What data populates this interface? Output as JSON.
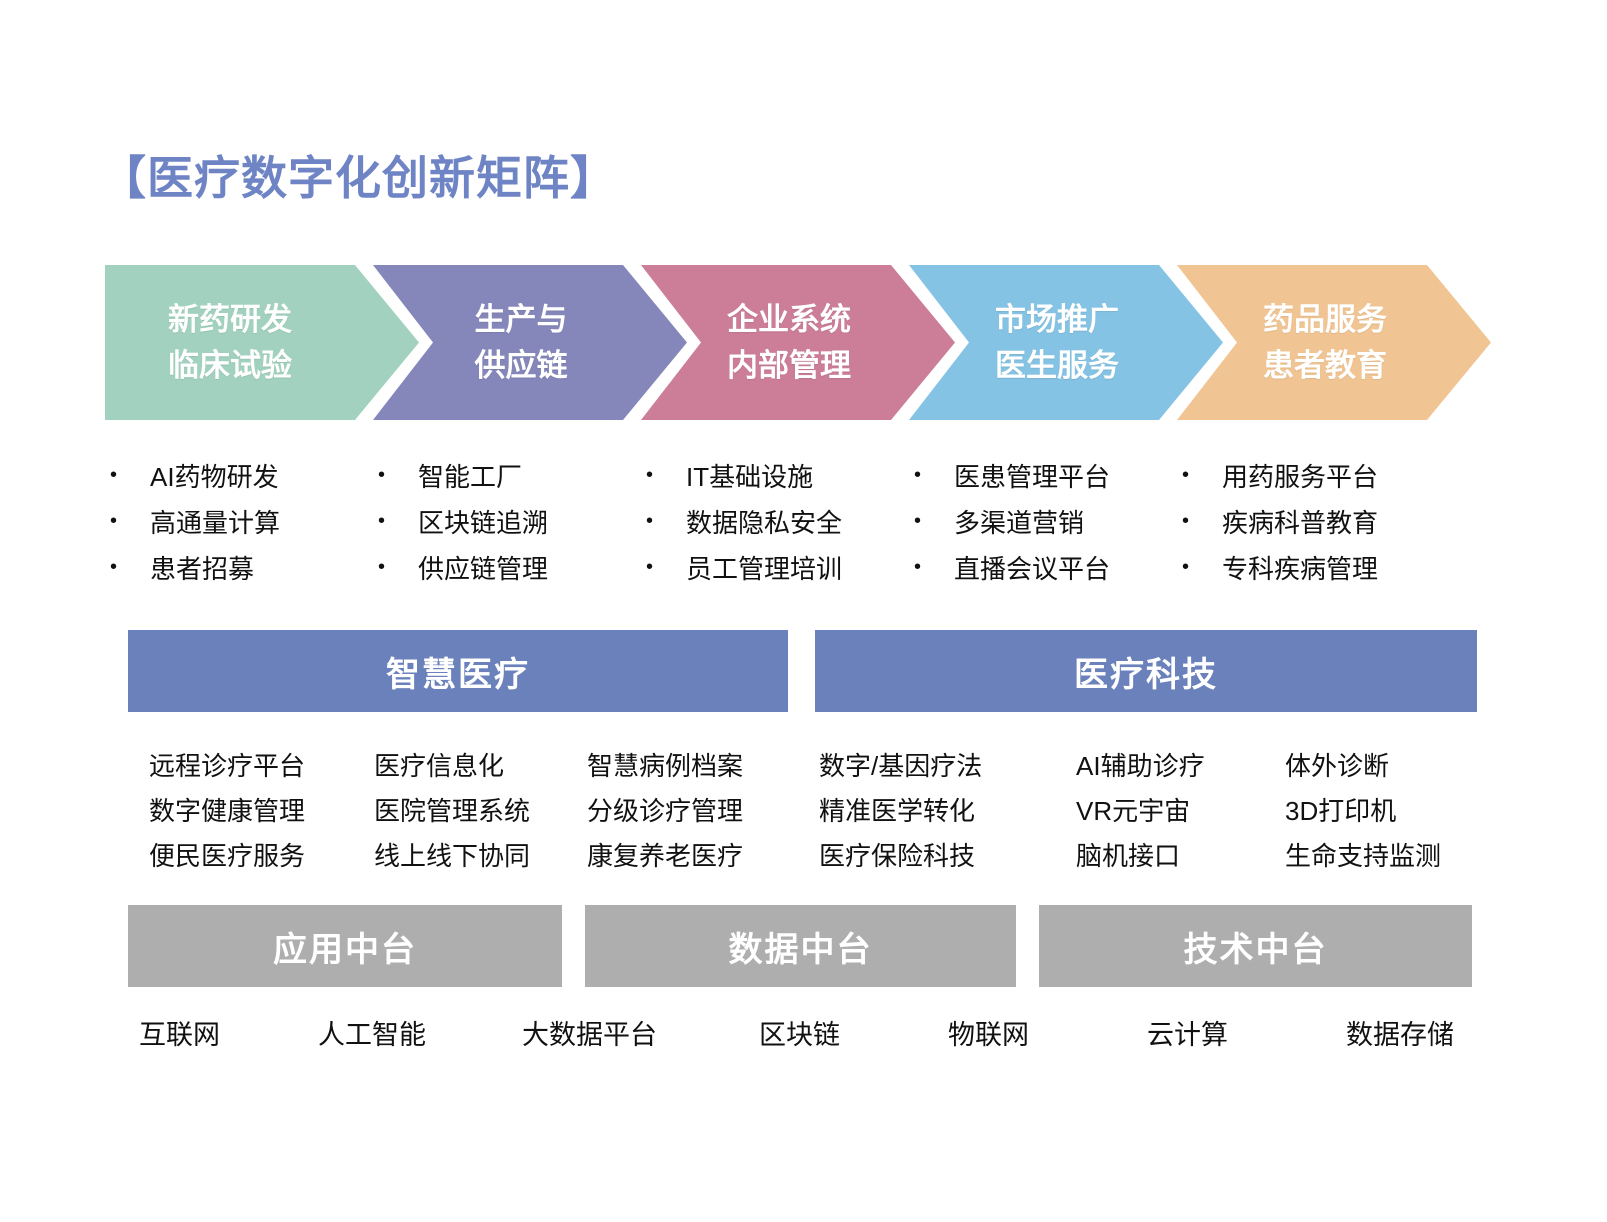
{
  "title": "【医疗数字化创新矩阵】",
  "colors": {
    "title": "#6E84C5",
    "section_banner": "#6A81BC",
    "platform_banner": "#AEAEAE",
    "stage_1": "#A2D2BF",
    "stage_2": "#8587BB",
    "stage_3": "#CC7E98",
    "stage_4": "#85C3E4",
    "stage_5": "#F1C593"
  },
  "value_chain": [
    {
      "label_line1": "新药研发",
      "label_line2": "临床试验",
      "items": [
        "AI药物研发",
        "高通量计算",
        "患者招募"
      ]
    },
    {
      "label_line1": "生产与",
      "label_line2": "供应链",
      "items": [
        "智能工厂",
        "区块链追溯",
        "供应链管理"
      ]
    },
    {
      "label_line1": "企业系统",
      "label_line2": "内部管理",
      "items": [
        "IT基础设施",
        "数据隐私安全",
        "员工管理培训"
      ]
    },
    {
      "label_line1": "市场推广",
      "label_line2": "医生服务",
      "items": [
        "医患管理平台",
        "多渠道营销",
        "直播会议平台"
      ]
    },
    {
      "label_line1": "药品服务",
      "label_line2": "患者教育",
      "items": [
        "用药服务平台",
        "疾病科普教育",
        "专科疾病管理"
      ]
    }
  ],
  "sections": [
    {
      "title": "智慧医疗",
      "columns": [
        [
          "远程诊疗平台",
          "数字健康管理",
          "便民医疗服务"
        ],
        [
          "医疗信息化",
          "医院管理系统",
          "线上线下协同"
        ],
        [
          "智慧病例档案",
          "分级诊疗管理",
          "康复养老医疗"
        ]
      ]
    },
    {
      "title": "医疗科技",
      "columns": [
        [
          "数字/基因疗法",
          "精准医学转化",
          "医疗保险科技"
        ],
        [
          "AI辅助诊疗",
          "VR元宇宙",
          "脑机接口"
        ],
        [
          "体外诊断",
          "3D打印机",
          "生命支持监测"
        ]
      ]
    }
  ],
  "platforms": [
    "应用中台",
    "数据中台",
    "技术中台"
  ],
  "technologies": [
    "互联网",
    "人工智能",
    "大数据平台",
    "区块链",
    "物联网",
    "云计算",
    "数据存储"
  ]
}
